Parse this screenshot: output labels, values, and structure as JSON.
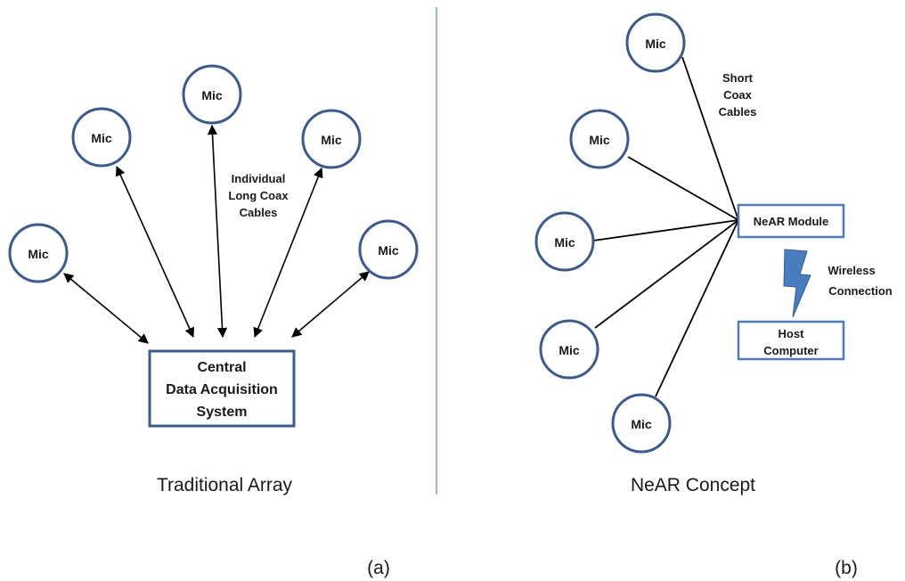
{
  "panel_a": {
    "mic_label": "Mic",
    "cable_label": [
      "Individual",
      "Long Coax",
      "Cables"
    ],
    "central_box": [
      "Central",
      "Data Acquisition",
      "System"
    ],
    "caption": "Traditional Array",
    "sub_label": "(a)"
  },
  "panel_b": {
    "mic_label": "Mic",
    "cable_label": [
      "Short",
      "Coax",
      "Cables"
    ],
    "module_label": "NeAR Module",
    "wireless_label": [
      "Wireless",
      "Connection"
    ],
    "host_label": [
      "Host",
      "Computer"
    ],
    "caption": "NeAR Concept",
    "sub_label": "(b)"
  },
  "colors": {
    "circle_stroke": "#3b5a8f",
    "box_stroke": "#3b5a8f",
    "module_stroke": "#4a7cc0",
    "divider": "#5b86c4",
    "bolt_fill": "#4a7cc0"
  }
}
